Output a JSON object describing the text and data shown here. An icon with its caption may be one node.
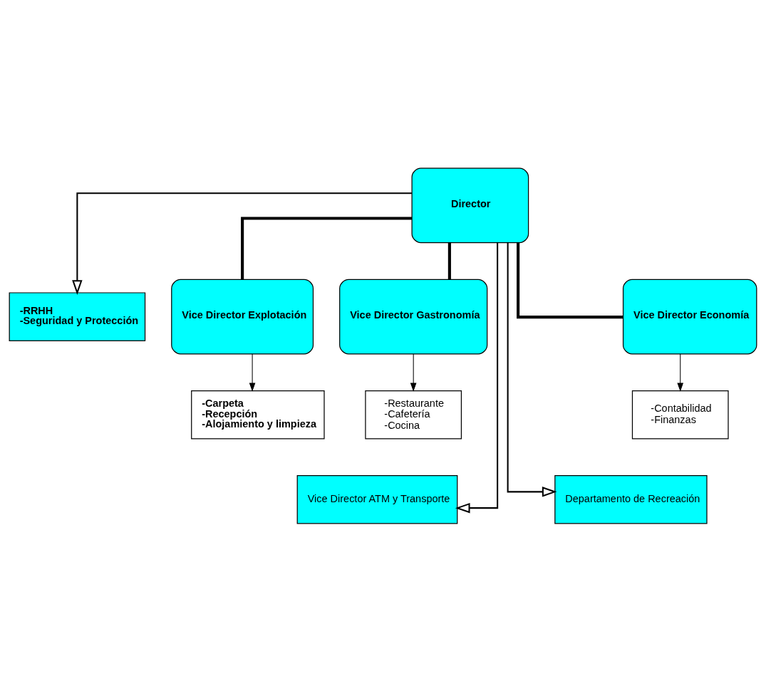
{
  "diagram": {
    "nodes": [
      {
        "text": [
          "Director"
        ]
      },
      {
        "text": [
          "-RRHH",
          "-Seguridad y Protección"
        ]
      },
      {
        "text": [
          "Vice Director Explotación"
        ]
      },
      {
        "text": [
          "Vice Director Gastronomía"
        ]
      },
      {
        "text": [
          "Vice Director Economía"
        ]
      },
      {
        "text": [
          "-Carpeta",
          "-Recepción",
          "-Alojamiento y limpieza"
        ]
      },
      {
        "text": [
          "-Restaurante",
          "-Cafetería",
          "-Cocina"
        ]
      },
      {
        "text": [
          "-Contabilidad",
          "-Finanzas"
        ]
      },
      {
        "text": [
          "Vice Director ATM y Transporte"
        ]
      },
      {
        "text": [
          "Departamento de Recreación"
        ]
      }
    ],
    "edges": [
      {
        "from": 0,
        "to": 1,
        "arrow": "to"
      },
      {
        "from": 0,
        "to": 2,
        "arrow": "none",
        "style": "thick"
      },
      {
        "from": 0,
        "to": 3,
        "arrow": "none",
        "style": "thick"
      },
      {
        "from": 0,
        "to": 4,
        "arrow": "none",
        "style": "thick"
      },
      {
        "from": 0,
        "to": 8,
        "arrow": "to"
      },
      {
        "from": 0,
        "to": 9,
        "arrow": "to"
      },
      {
        "from": 2,
        "to": 5,
        "arrow": "to"
      },
      {
        "from": 3,
        "to": 6,
        "arrow": "to"
      },
      {
        "from": 4,
        "to": 7,
        "arrow": "to"
      }
    ]
  }
}
